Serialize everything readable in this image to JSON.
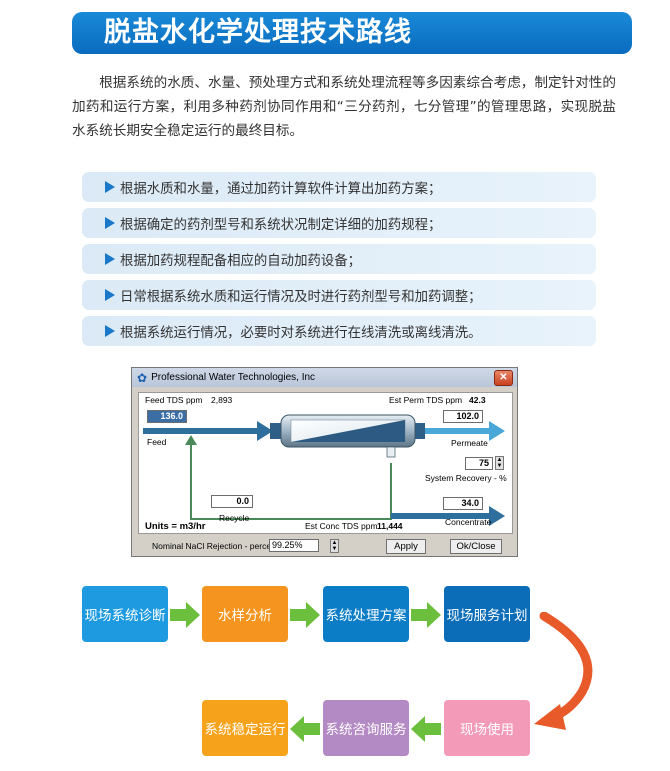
{
  "title": "脱盐水化学处理技术路线",
  "intro": "根据系统的水质、水量、预处理方式和系统处理流程等多因素综合考虑，制定针对性的加药和运行方案，利用多种药剂协同作用和“三分药剂，七分管理”的管理思路，实现脱盐水系统长期安全稳定运行的最终目标。",
  "bullets": [
    "根据水质和水量，通过加药计算软件计算出加药方案；",
    "根据确定的药剂型号和系统状况制定详细的加药规程；",
    "根据加药规程配备相应的自动加药设备；",
    "日常根据系统水质和运行情况及时进行药剂型号和加药调整；",
    "根据系统运行情况，必要时对系统进行在线清洗或离线清洗。"
  ],
  "software": {
    "window_title": "Professional Water Technologies, Inc",
    "feed_tds_label": "Feed TDS ppm",
    "feed_tds_value": "2,893",
    "perm_tds_label": "Est Perm TDS ppm",
    "perm_tds_value": "42.3",
    "feed_flow": "136.0",
    "feed_label": "Feed",
    "permeate_flow": "102.0",
    "permeate_label": "Permeate",
    "recovery_value": "75",
    "recovery_label": "System Recovery - %",
    "recycle_flow": "0.0",
    "recycle_label": "Recycle",
    "concentrate_flow": "34.0",
    "concentrate_label": "Concentrate",
    "units_label": "Units = m3/hr",
    "conc_tds_label": "Est Conc TDS ppm",
    "conc_tds_value": "11,444",
    "rejection_label": "Nominal NaCl Rejection - percent",
    "rejection_value": "99.25%",
    "apply_label": "Apply",
    "ok_label": "Ok/Close",
    "colors": {
      "flow_arrow": "#2f6f9e",
      "permeate_arrow": "#4aa8d8",
      "recycle_line": "#4a8a5a"
    }
  },
  "flow_steps_top": [
    {
      "label": "现场系统诊断",
      "color": "#1e9be0"
    },
    {
      "label": "水样分析",
      "color": "#f5941e"
    },
    {
      "label": "系统处理方案",
      "color": "#0b7dc6"
    },
    {
      "label": "现场服务计划",
      "color": "#0b6db8"
    }
  ],
  "flow_steps_bottom": [
    {
      "label": "系统稳定运行",
      "color": "#f6a21a"
    },
    {
      "label": "系统咨询服务",
      "color": "#b48ac4"
    },
    {
      "label": "现场使用",
      "color": "#f39ab8"
    }
  ],
  "colors": {
    "accent": "#0a6bbf",
    "bullet_bg": "#dfeef8",
    "green_arrow": "#6cbf3c",
    "red_arrow": "#e85a2a"
  }
}
